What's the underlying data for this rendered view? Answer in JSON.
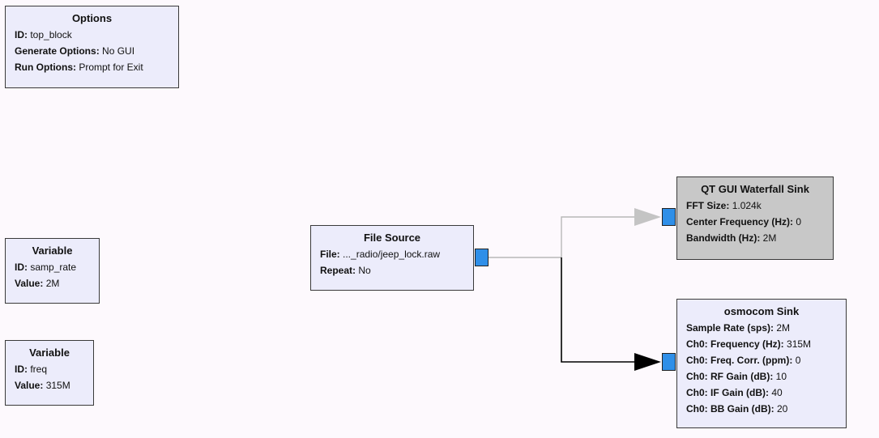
{
  "blocks": {
    "options": {
      "title": "Options",
      "params": [
        {
          "label": "ID:",
          "value": "top_block"
        },
        {
          "label": "Generate Options:",
          "value": "No GUI"
        },
        {
          "label": "Run Options:",
          "value": "Prompt for Exit"
        }
      ]
    },
    "variable_samp_rate": {
      "title": "Variable",
      "params": [
        {
          "label": "ID:",
          "value": "samp_rate"
        },
        {
          "label": "Value:",
          "value": "2M"
        }
      ]
    },
    "variable_freq": {
      "title": "Variable",
      "params": [
        {
          "label": "ID:",
          "value": "freq"
        },
        {
          "label": "Value:",
          "value": "315M"
        }
      ]
    },
    "file_source": {
      "title": "File Source",
      "params": [
        {
          "label": "File:",
          "value": "..._radio/jeep_lock.raw"
        },
        {
          "label": "Repeat:",
          "value": "No"
        }
      ]
    },
    "waterfall_sink": {
      "title": "QT GUI Waterfall Sink",
      "params": [
        {
          "label": "FFT Size:",
          "value": "1.024k"
        },
        {
          "label": "Center Frequency (Hz):",
          "value": "0"
        },
        {
          "label": "Bandwidth (Hz):",
          "value": "2M"
        }
      ]
    },
    "osmocom_sink": {
      "title": "osmocom Sink",
      "params": [
        {
          "label": "Sample Rate (sps):",
          "value": "2M"
        },
        {
          "label": "Ch0: Frequency (Hz):",
          "value": "315M"
        },
        {
          "label": "Ch0: Freq. Corr. (ppm):",
          "value": "0"
        },
        {
          "label": "Ch0: RF Gain (dB):",
          "value": "10"
        },
        {
          "label": "Ch0: IF Gain (dB):",
          "value": "40"
        },
        {
          "label": "Ch0: BB Gain (dB):",
          "value": "20"
        }
      ]
    }
  },
  "colors": {
    "canvas": "#fdf9fd",
    "block": "#ececfb",
    "disabled_block": "#c8c8c8",
    "port": "#2f8fe8",
    "enabled_connection": "#000000",
    "disabled_connection": "#b8b8b8"
  }
}
